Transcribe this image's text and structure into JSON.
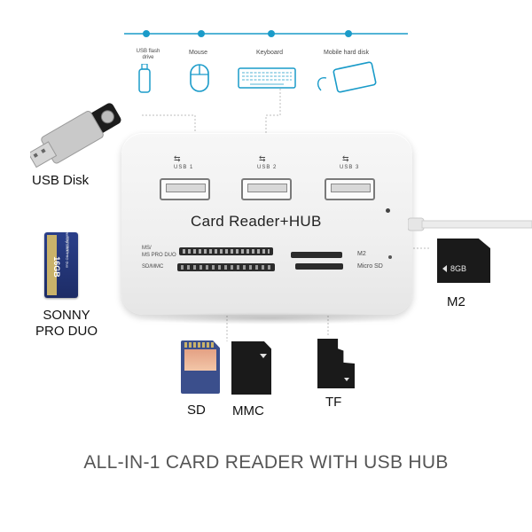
{
  "top_devices": [
    {
      "label": "USB flash\ndrive",
      "icon": "usb-flash-drive-icon"
    },
    {
      "label": "Mouse",
      "icon": "mouse-icon"
    },
    {
      "label": "Keyboard",
      "icon": "keyboard-icon"
    },
    {
      "label": "Mobile hard disk",
      "icon": "mobile-hard-disk-icon"
    }
  ],
  "hub": {
    "title": "Card Reader+HUB",
    "ports": [
      "USB 1",
      "USB 2",
      "USB 3"
    ],
    "slot_labels": {
      "ms": "MS/\nMS PRO DUO",
      "sd": "SD/MMC",
      "m2": "M2",
      "microsd": "Micro SD"
    }
  },
  "callouts": {
    "usb_disk": "USB Disk",
    "sonny": "SONNY\nPRO DUO",
    "m2": "M2",
    "sd": "SD",
    "mmc": "MMC",
    "tf": "TF"
  },
  "cards": {
    "memory_stick_capacity": "16GB",
    "memory_stick_side_text": "Memory Stick PRO Duo",
    "memory_stick_brand": "MagicGate",
    "m2_capacity": "8GB"
  },
  "footer": "ALL-IN-1 CARD READER WITH USB HUB",
  "colors": {
    "accent": "#1a9bc9",
    "hub_body": "#f2f2f2",
    "card_dark": "#1b1b1b",
    "sd_blue": "#3b4f8c"
  }
}
